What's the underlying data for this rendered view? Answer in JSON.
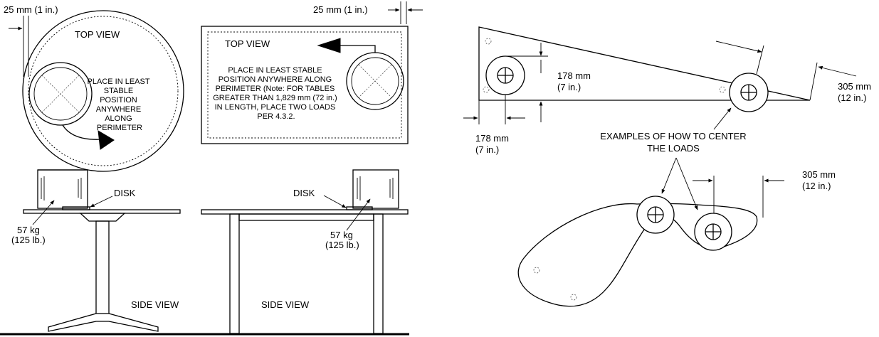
{
  "round_table": {
    "dim_label": "25 mm (1 in.)",
    "top_view_label": "TOP VIEW",
    "instruction_lines": [
      "PLACE IN LEAST",
      "STABLE",
      "POSITION",
      "ANYWHERE",
      "ALONG",
      "PERIMETER"
    ],
    "disk_label": "DISK",
    "load_kg": "57 kg",
    "load_lb": "(125 lb.)",
    "side_view_label": "SIDE VIEW"
  },
  "rect_table": {
    "dim_label": "25 mm (1 in.)",
    "top_view_label": "TOP VIEW",
    "instruction_lines": [
      "PLACE IN LEAST STABLE",
      "POSITION ANYWHERE ALONG",
      "PERIMETER (Note: FOR TABLES",
      "GREATER THAN 1,829 mm (72 in.)",
      "IN LENGTH, PLACE TWO LOADS",
      "PER 4.3.2."
    ],
    "disk_label": "DISK",
    "load_kg": "57 kg",
    "load_lb": "(125 lb.)",
    "side_view_label": "SIDE VIEW"
  },
  "irregular": {
    "dim_178_inner_mm": "178 mm",
    "dim_178_inner_in": "(7 in.)",
    "dim_178_outer_mm": "178 mm",
    "dim_178_outer_in": "(7 in.)",
    "dim_305_top_mm": "305 mm",
    "dim_305_top_in": "(12 in.)",
    "dim_305_bottom_mm": "305 mm",
    "dim_305_bottom_in": "(12 in.)",
    "center_label_line1": "EXAMPLES OF HOW TO CENTER",
    "center_label_line2": "THE LOADS"
  }
}
